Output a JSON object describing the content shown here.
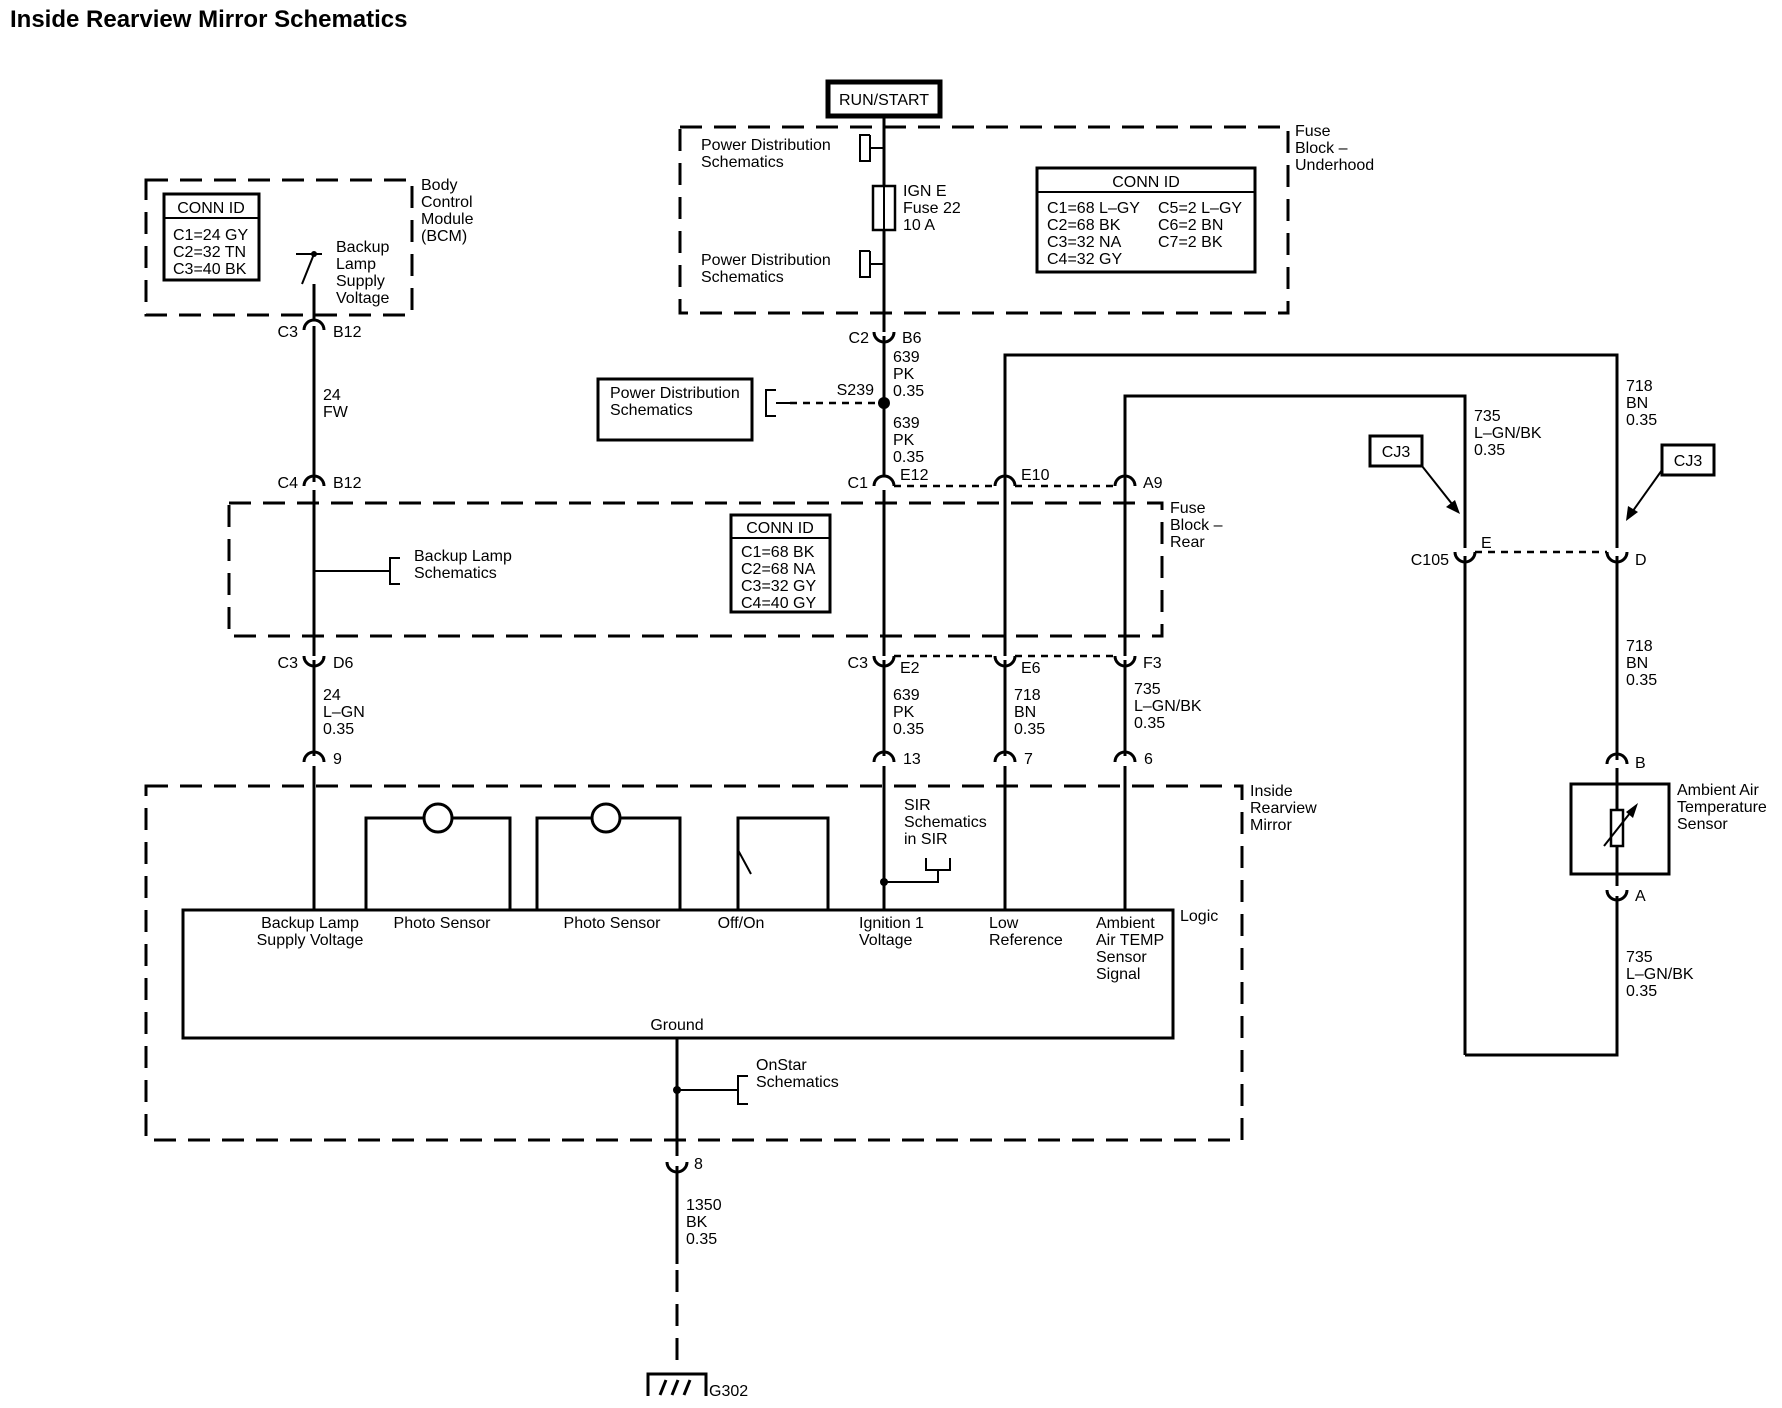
{
  "title": "Inside Rearview Mirror Schematics",
  "power": {
    "run_start": "RUN/START",
    "pd1": [
      "Power Distribution",
      "Schematics"
    ],
    "pd2": [
      "Power Distribution",
      "Schematics"
    ],
    "pd3": [
      "Power Distribution",
      "Schematics"
    ],
    "fuse": [
      "IGN E",
      "Fuse 22",
      "10 A"
    ],
    "splice": "S239"
  },
  "fuse_underhood": {
    "label": [
      "Fuse",
      "Block –",
      "Underhood"
    ],
    "conn_title": "CONN ID",
    "conn_col1": [
      "C1=68 L–GY",
      "C2=68 BK",
      "C3=32 NA",
      "C4=32 GY"
    ],
    "conn_col2": [
      "C5=2 L–GY",
      "C6=2 BN",
      "C7=2 BK"
    ]
  },
  "bcm": {
    "label": [
      "Body",
      "Control",
      "Module",
      "(BCM)"
    ],
    "conn_title": "CONN ID",
    "conn": [
      "C1=24 GY",
      "C2=32 TN",
      "C3=40 BK"
    ],
    "switch_label": [
      "Backup",
      "Lamp",
      "Supply",
      "Voltage"
    ]
  },
  "fuse_rear": {
    "label": [
      "Fuse",
      "Block –",
      "Rear"
    ],
    "conn_title": "CONN ID",
    "conn": [
      "C1=68 BK",
      "C2=68 NA",
      "C3=32 GY",
      "C4=40 GY"
    ],
    "backup_ref": [
      "Backup Lamp",
      "Schematics"
    ]
  },
  "connectors": {
    "bcm_c3": "C3",
    "bcm_b12": "B12",
    "c4": "C4",
    "c4_b12": "B12",
    "c3_left": "C3",
    "d6": "D6",
    "c2": "C2",
    "b6": "B6",
    "c1": "C1",
    "e12": "E12",
    "e10": "E10",
    "a9": "A9",
    "c3_mid": "C3",
    "e2": "E2",
    "e6": "E6",
    "f3": "F3",
    "c105": "C105",
    "c105_e": "E",
    "c105_d": "D",
    "pin9": "9",
    "pin13": "13",
    "pin7": "7",
    "pin6": "6",
    "pin8": "8",
    "sensor_b": "B",
    "sensor_a": "A"
  },
  "wires": {
    "w24_fw": [
      "24",
      "FW"
    ],
    "w24_lgn": [
      "24",
      "L–GN",
      "0.35"
    ],
    "w639_a": [
      "639",
      "PK",
      "0.35"
    ],
    "w639_b": [
      "639",
      "PK",
      "0.35"
    ],
    "w639_c": [
      "639",
      "PK",
      "0.35"
    ],
    "w718_c": [
      "718",
      "BN",
      "0.35"
    ],
    "w735_c": [
      "735",
      "L–GN/BK",
      "0.35"
    ],
    "w735_top": [
      "735",
      "L–GN/BK",
      "0.35"
    ],
    "w718_top": [
      "718",
      "BN",
      "0.35"
    ],
    "w718_mid": [
      "718",
      "BN",
      "0.35"
    ],
    "w735_bot": [
      "735",
      "L–GN/BK",
      "0.35"
    ],
    "w1350": [
      "1350",
      "BK",
      "0.35"
    ]
  },
  "cj3": [
    "CJ3",
    "CJ3"
  ],
  "mirror": {
    "label": [
      "Inside",
      "Rearview",
      "Mirror"
    ],
    "logic": "Logic",
    "pins": {
      "backup": [
        "Backup Lamp",
        "Supply Voltage"
      ],
      "photo1": [
        "Photo Sensor"
      ],
      "photo2": [
        "Photo Sensor"
      ],
      "offon": [
        "Off/On"
      ],
      "ign": [
        "Ignition 1",
        "Voltage"
      ],
      "lowref": [
        "Low",
        "Reference"
      ],
      "ambient": [
        "Ambient",
        "Air TEMP",
        "Sensor",
        "Signal"
      ]
    },
    "ground": "Ground",
    "sir": [
      "SIR",
      "Schematics",
      "in SIR"
    ],
    "onstar": [
      "OnStar",
      "Schematics"
    ]
  },
  "sensor": {
    "label": [
      "Ambient Air",
      "Temperature",
      "Sensor"
    ]
  },
  "ground": "G302"
}
